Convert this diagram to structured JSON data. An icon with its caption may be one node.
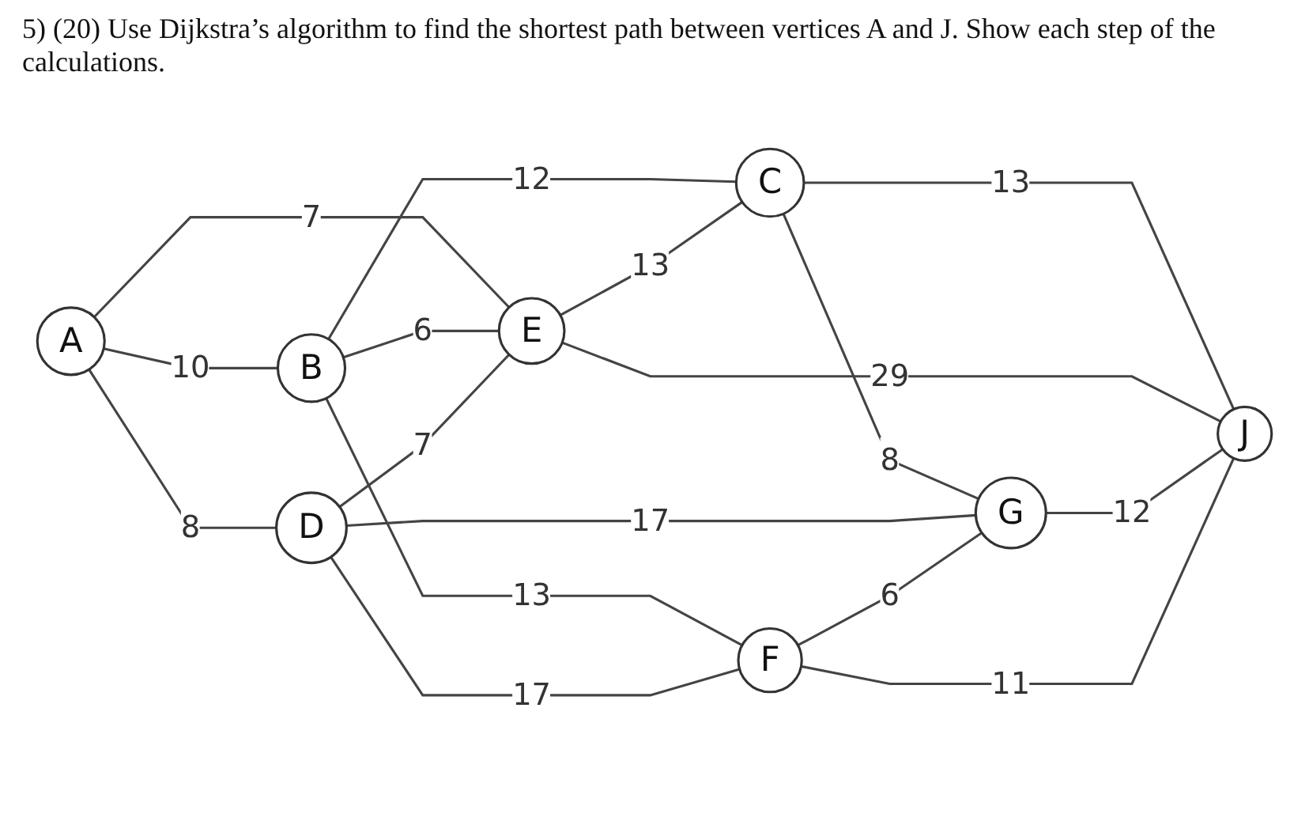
{
  "diagram": {
    "title": "5) (20) Use Dijkstra’s algorithm to find the shortest path between vertices A and J. Show each step of the calculations.",
    "nodes": [
      {
        "text": [
          "A"
        ]
      },
      {
        "text": [
          "B"
        ]
      },
      {
        "text": [
          "C"
        ]
      },
      {
        "text": [
          "D"
        ]
      },
      {
        "text": [
          "E"
        ]
      },
      {
        "text": [
          "F"
        ]
      },
      {
        "text": [
          "G"
        ]
      },
      {
        "text": [
          "J"
        ]
      }
    ],
    "edges": [
      {
        "from": 0,
        "to": 1,
        "arrow": "none",
        "label": "10"
      },
      {
        "from": 0,
        "to": 4,
        "arrow": "none",
        "label": "7"
      },
      {
        "from": 0,
        "to": 3,
        "arrow": "none",
        "label": "8"
      },
      {
        "from": 1,
        "to": 4,
        "arrow": "none",
        "label": "6"
      },
      {
        "from": 1,
        "to": 2,
        "arrow": "none",
        "label": "12"
      },
      {
        "from": 1,
        "to": 5,
        "arrow": "none",
        "label": "13"
      },
      {
        "from": 4,
        "to": 2,
        "arrow": "none",
        "label": "13"
      },
      {
        "from": 2,
        "to": 6,
        "arrow": "none",
        "label": "8"
      },
      {
        "from": 2,
        "to": 7,
        "arrow": "none",
        "label": "13"
      },
      {
        "from": 4,
        "to": 7,
        "arrow": "none",
        "label": "29"
      },
      {
        "from": 6,
        "to": 7,
        "arrow": "none",
        "label": "12"
      },
      {
        "from": 3,
        "to": 4,
        "arrow": "none",
        "label": "7"
      },
      {
        "from": 3,
        "to": 6,
        "arrow": "none",
        "label": "17"
      },
      {
        "from": 3,
        "to": 5,
        "arrow": "none",
        "label": "17"
      },
      {
        "from": 5,
        "to": 6,
        "arrow": "none",
        "label": "6"
      },
      {
        "from": 5,
        "to": 7,
        "arrow": "none",
        "label": "11"
      }
    ]
  }
}
